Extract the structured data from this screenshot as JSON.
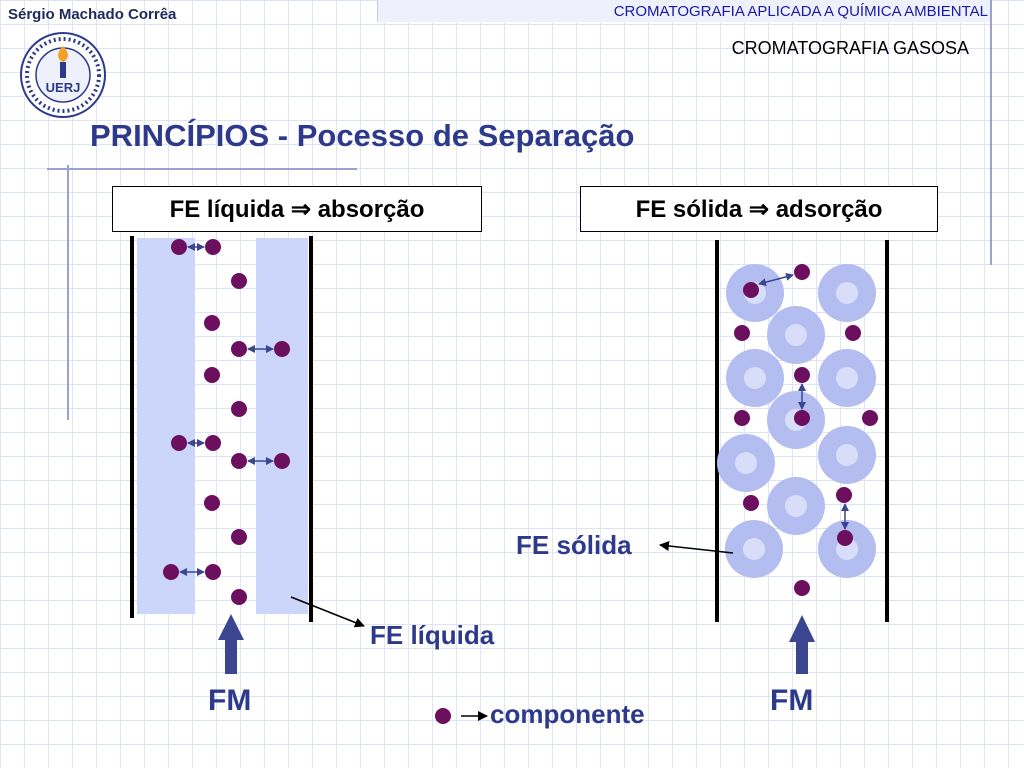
{
  "header": {
    "author": "Sérgio Machado Corrêa",
    "course": "CROMATOGRAFIA APLICADA A QUÍMICA AMBIENTAL",
    "subtitle": "CROMATOGRAFIA GASOSA"
  },
  "logo": {
    "text": "UERJ",
    "ring_text": "UNIVERSIDADE DO ESTADO DO RIO DE JANEIRO"
  },
  "title": {
    "part1": "PRINCÍPIOS - ",
    "part2": "Pocesso de Separação"
  },
  "left_box": {
    "label": "FE líquida ⇒ absorção"
  },
  "right_box": {
    "label": "FE sólida ⇒ adsorção"
  },
  "labels": {
    "fe_liquida": "FE líquida",
    "fe_solida": "FE sólida",
    "fm_left": "FM",
    "fm_right": "FM",
    "componente": "componente"
  },
  "colors": {
    "title": "#2d3a8c",
    "component": "#6b0f5e",
    "liquid_phase": "#ccd6fb",
    "solid_particle": "#b3bdf0",
    "arrow": "#3c4690"
  }
}
